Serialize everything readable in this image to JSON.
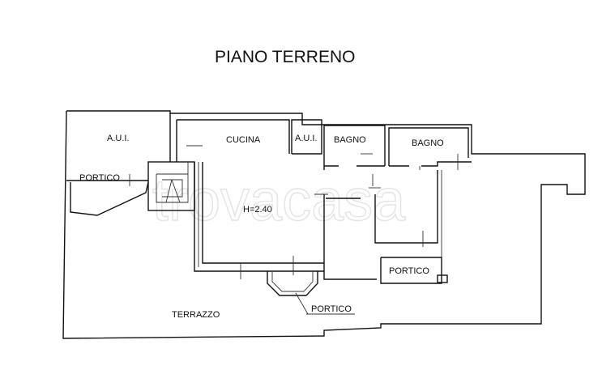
{
  "title": "PIANO TERRENO",
  "watermark": "trovacasa",
  "rooms": {
    "aui_left": "A.U.I.",
    "cucina": "CUCINA",
    "aui_small": "A.U.I.",
    "bagno_1": "BAGNO",
    "bagno_2": "BAGNO",
    "portico_left": "PORTICO",
    "height": "H=2.40",
    "portico_right": "PORTICO",
    "portico_bottom": "PORTICO",
    "terrazzo": "TERRAZZO"
  }
}
